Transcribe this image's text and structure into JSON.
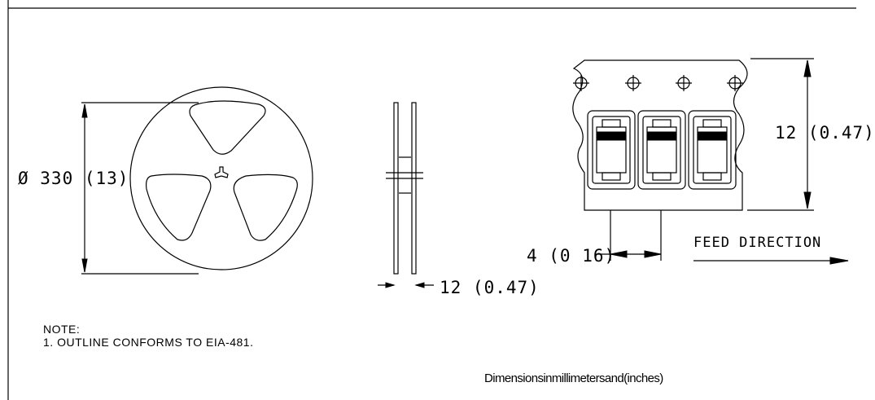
{
  "reel": {
    "diameter_label": "Ø 330 (13)",
    "width_label": "12 (0.47)"
  },
  "tape": {
    "width_label": "12 (0.47)",
    "pitch_label": "4 (0 16)",
    "feed_direction_label": "FEED DIRECTION"
  },
  "notes": {
    "heading": "NOTE:",
    "item_1": "1. OUTLINE CONFORMS TO  EIA-481."
  },
  "footer": {
    "units": "Dimensionsinmillimetersand(inches)"
  }
}
